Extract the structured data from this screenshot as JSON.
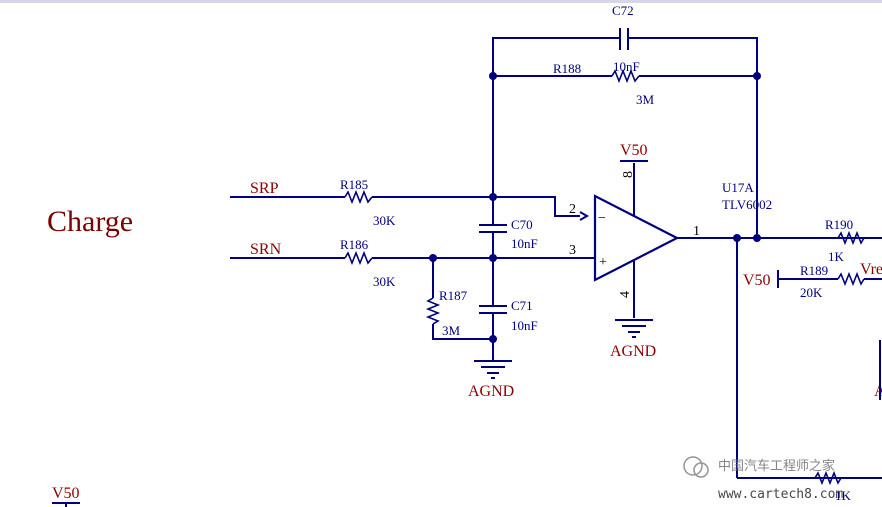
{
  "title": "Charge",
  "nets": {
    "srp": "SRP",
    "srn": "SRN",
    "v50_top": "V50",
    "v50_left": "V50",
    "v50_bottom": "V50",
    "agnd_1": "AGND",
    "agnd_2": "AGND",
    "vref_partial": "Vre",
    "a_partial": "A"
  },
  "components": {
    "c72": {
      "ref": "C72"
    },
    "r188": {
      "ref": "R188",
      "value1": "10nF",
      "value2": "3M"
    },
    "r185": {
      "ref": "R185",
      "value": "30K"
    },
    "r186": {
      "ref": "R186",
      "value": "30K"
    },
    "c70": {
      "ref": "C70",
      "value": "10nF"
    },
    "c71": {
      "ref": "C71",
      "value": "10nF"
    },
    "r187": {
      "ref": "R187",
      "value": "3M"
    },
    "u17a": {
      "ref": "U17A",
      "part": "TLV6002"
    },
    "r190": {
      "ref": "R190",
      "value": "1K"
    },
    "r189": {
      "ref": "R189",
      "value": "20K"
    },
    "r_bottom": {
      "value": "1K"
    }
  },
  "pins": {
    "inv": "2",
    "noninv": "3",
    "out": "1",
    "vcc": "8",
    "gnd": "4",
    "minus": "−",
    "plus": "+"
  },
  "watermark": {
    "line1": "中国汽车工程师之家",
    "line2": "www.cartech8.com"
  }
}
